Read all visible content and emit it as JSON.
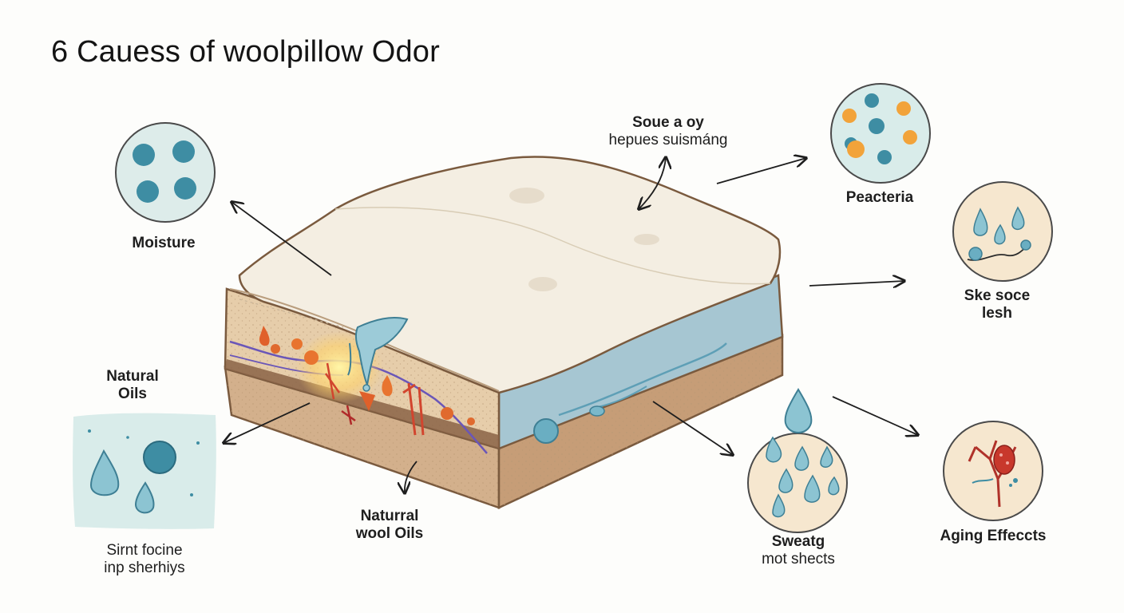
{
  "title": "6 Cauess of woolpillow Odor",
  "labels": {
    "moisture": "Moisture",
    "natural_oils_top": "Natural",
    "natural_oils_bottom": "Oils",
    "sirnt_line1": "Sirnt focine",
    "sirnt_line2": "inp sherhiys",
    "natural_wool_line1": "Naturral",
    "natural_wool_line2": "wool Oils",
    "soue_line1": "Soue a oy",
    "soue_line2": "hepues suismáng",
    "peacteria": "Peacteria",
    "ske_line1": "Ske soce",
    "ske_line2": "lesh",
    "sweatg_line1": "Sweatg",
    "sweatg_line2": "mot shects",
    "aging": "Aging Effeccts"
  },
  "colors": {
    "pillow_top": "#f3ede0",
    "layer_tan": "#e6cfae",
    "layer_blue": "#a9c9d4",
    "layer_brown": "#c9a27c",
    "circle_mint": "#ddecea",
    "circle_cream": "#f6e7cf",
    "droplet": "#8cc4d2",
    "bacteria_blue": "#3e8da3",
    "bacteria_orange": "#f2a33a",
    "red_vessel": "#c8382c"
  }
}
